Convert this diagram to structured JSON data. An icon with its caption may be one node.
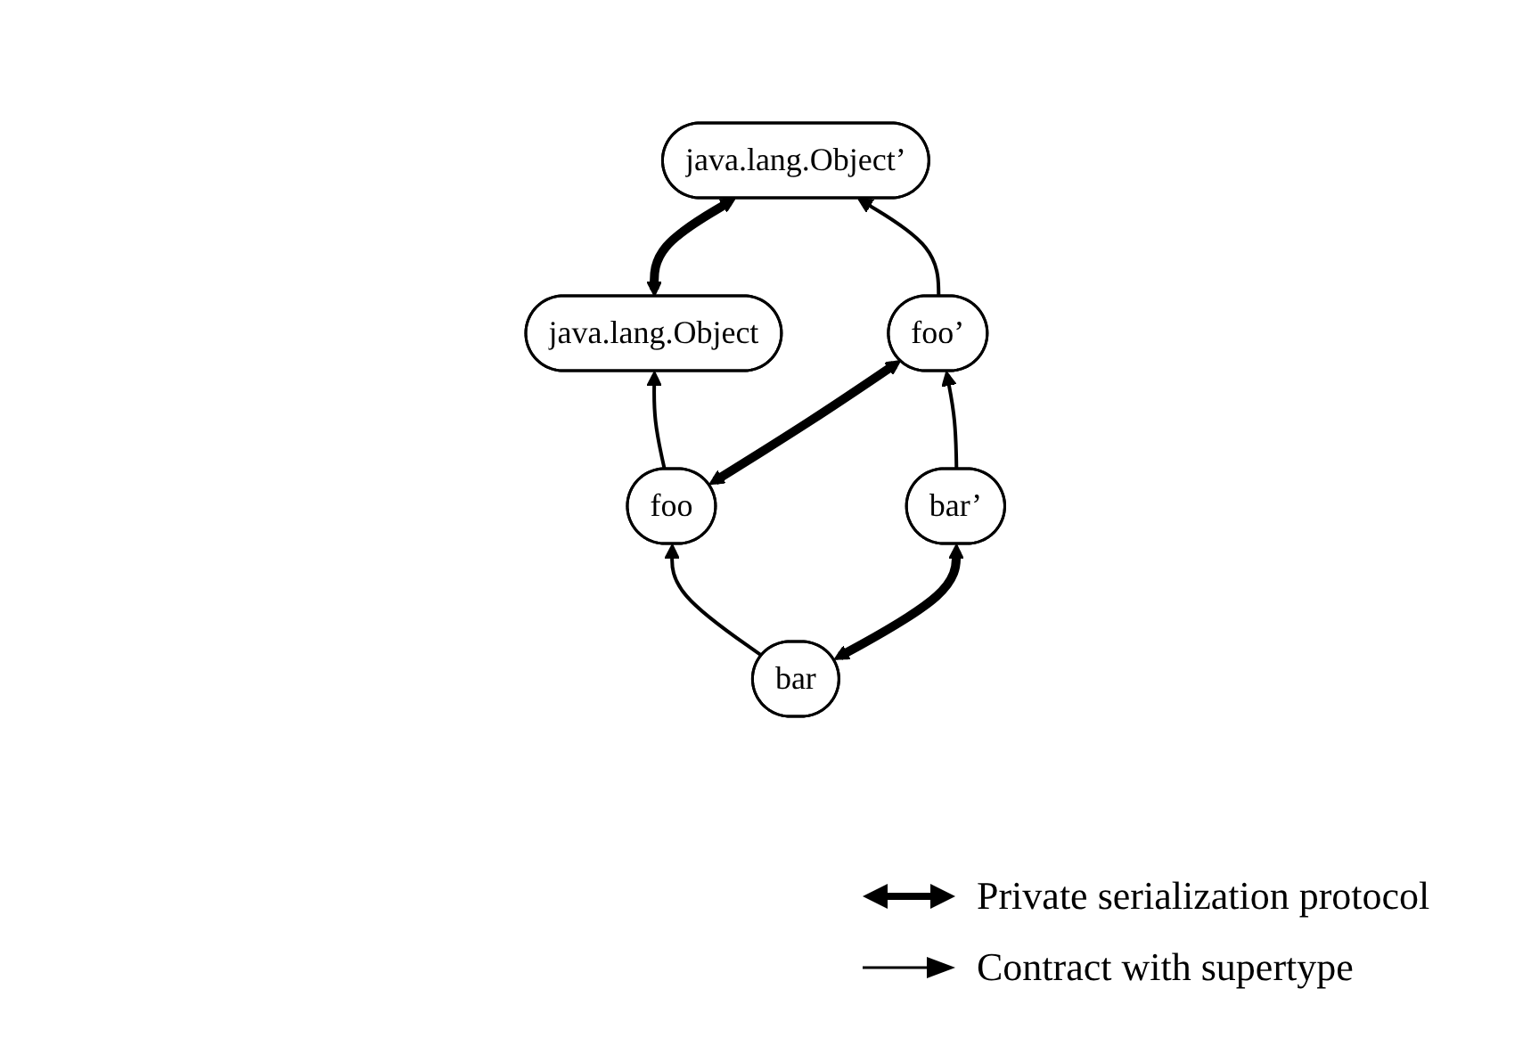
{
  "diagram": {
    "nodes": [
      {
        "text": [
          "java.lang.Object"
        ]
      },
      {
        "text": [
          "java.lang.Object’"
        ]
      },
      {
        "text": [
          "foo"
        ]
      },
      {
        "text": [
          "foo’"
        ]
      },
      {
        "text": [
          "bar"
        ]
      },
      {
        "text": [
          "bar’"
        ]
      }
    ],
    "edges": [
      {
        "from": 0,
        "to": 1,
        "arrow": "both",
        "style": "thick"
      },
      {
        "from": 2,
        "to": 0,
        "arrow": "to"
      },
      {
        "from": 3,
        "to": 1,
        "arrow": "to"
      },
      {
        "from": 2,
        "to": 3,
        "arrow": "both",
        "style": "thick"
      },
      {
        "from": 4,
        "to": 2,
        "arrow": "to"
      },
      {
        "from": 5,
        "to": 3,
        "arrow": "to"
      },
      {
        "from": 4,
        "to": 5,
        "arrow": "both",
        "style": "thick"
      }
    ],
    "legend": [
      {
        "text": "Private serialization protocol"
      },
      {
        "text": "Contract with supertype"
      }
    ]
  }
}
